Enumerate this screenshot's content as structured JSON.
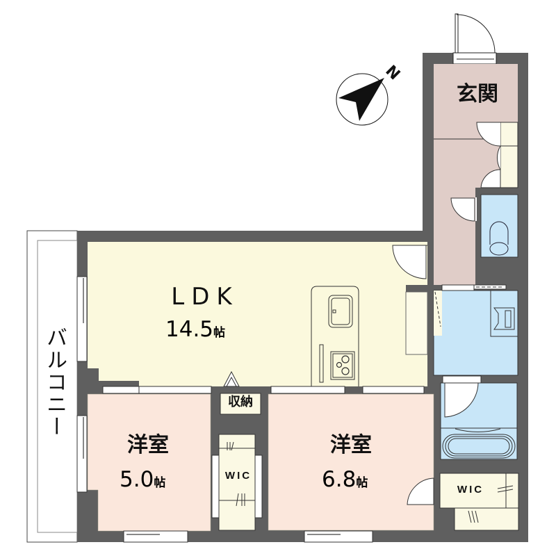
{
  "floor_plan": {
    "orientation": {
      "compass_label": "N",
      "compass_icon": "north-arrow-icon",
      "direction_note": "North points up-right (~NE)"
    },
    "colors": {
      "wall": "#5f5f5f",
      "ldk": "#fbf9dd",
      "western_room": "#fbe7dc",
      "entrance": "#e0cdc8",
      "wet_area": "#c8e6f8",
      "storage": "#fbf9e4",
      "background": "#ffffff"
    },
    "rooms": [
      {
        "id": "entrance",
        "name": "玄関"
      },
      {
        "id": "ldk",
        "name": "LDK",
        "size": "14.5",
        "unit": "帖"
      },
      {
        "id": "western1",
        "name": "洋室",
        "size": "5.0",
        "unit": "帖"
      },
      {
        "id": "western2",
        "name": "洋室",
        "size": "6.8",
        "unit": "帖"
      },
      {
        "id": "storage",
        "name": "収納"
      },
      {
        "id": "wic1",
        "name": "WIC"
      },
      {
        "id": "wic2",
        "name": "WIC"
      },
      {
        "id": "balcony",
        "name": "バルコニー"
      },
      {
        "id": "toilet",
        "name": ""
      },
      {
        "id": "washroom",
        "name": ""
      },
      {
        "id": "bathroom",
        "name": ""
      }
    ]
  }
}
